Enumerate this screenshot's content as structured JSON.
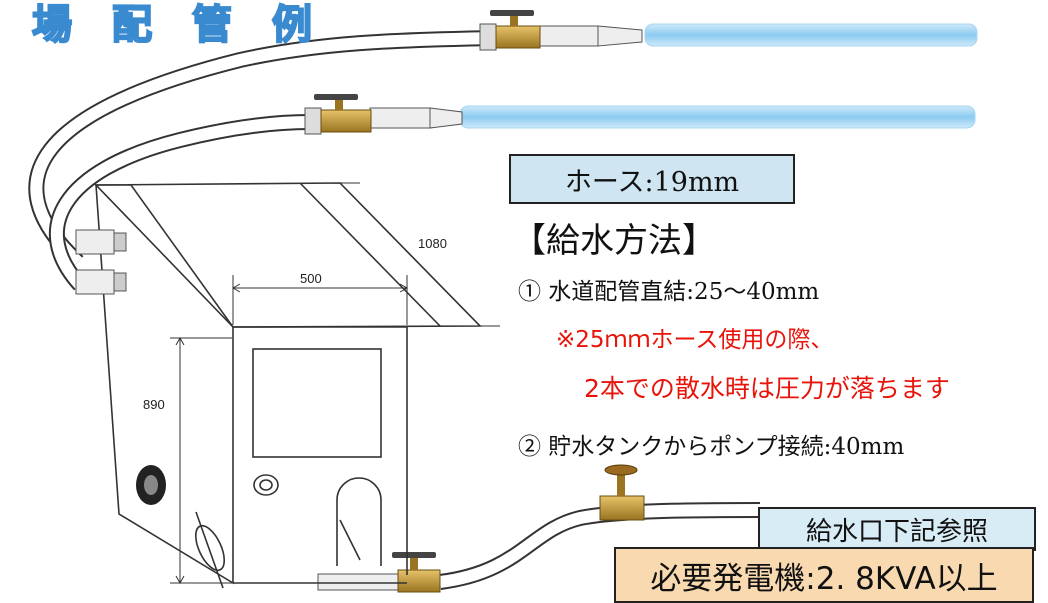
{
  "title": "場配管例",
  "hose_label": "ホース:19mm",
  "supply_heading": "【給水方法】",
  "method_1": "① 水道配管直結:25～40mm",
  "note_line_1": "※25ｍｍホース使用の際、",
  "note_line_2": "2本での散水時は圧力が落ちます",
  "method_2": "② 貯水タンクからポンプ接続:40mm",
  "supply_port_label": "給水口下記参照",
  "generator_label": "必要発電機:2. 8KVA以上",
  "dimensions": {
    "width": "500",
    "depth": "1080",
    "height": "890"
  },
  "colors": {
    "title": "#3a8ad0",
    "note": "#e8140a",
    "hose_box": "#cfe6f2",
    "generator_box": "#f9d9b0",
    "spray": "#7fc3ec"
  }
}
